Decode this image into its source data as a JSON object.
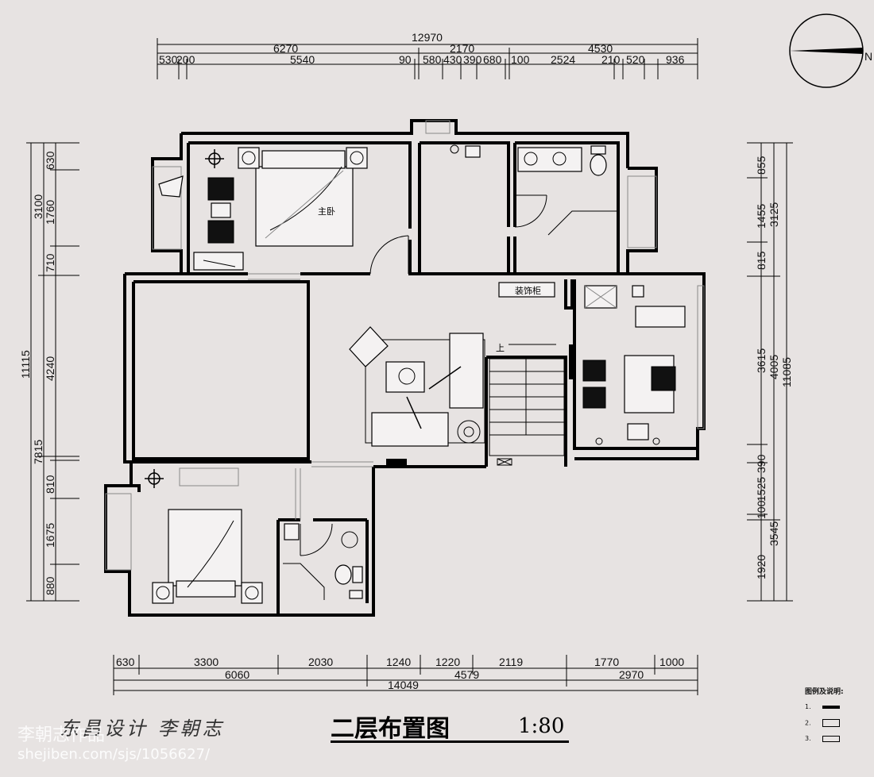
{
  "drawing": {
    "title": "二层布置图",
    "scale": "1:80",
    "designer": "东昌设计  李朝志",
    "north_label": "N",
    "watermark_line1": "李朝志作品",
    "watermark_line2": "shejiben.com/sjs/1056627/"
  },
  "rooms": {
    "master_bedroom": "主卧",
    "decor_cabinet": "装饰柜",
    "stairs_up": "上"
  },
  "legend": {
    "title": "图例及说明:",
    "items": [
      "1.",
      "2.",
      "3."
    ]
  },
  "dimensions": {
    "top_total": "12970",
    "top_mid": [
      "6270",
      "2170",
      "4530"
    ],
    "top_detail": [
      "530",
      "200",
      "5540",
      "90",
      "580",
      "430",
      "390",
      "680",
      "100",
      "2524",
      "210",
      "520",
      "936"
    ],
    "bottom_detail": [
      "630",
      "3300",
      "2030",
      "1240",
      "1220",
      "2119",
      "1770",
      "1000"
    ],
    "bottom_mid": [
      "6060",
      "4579",
      "2970"
    ],
    "bottom_total": "14049",
    "left_detail": [
      "630",
      "1760",
      "710",
      "4240",
      "810",
      "1675",
      "880"
    ],
    "left_mid": [
      "3100",
      "7815"
    ],
    "left_total": "11115",
    "right_detail": [
      "855",
      "1455",
      "815",
      "3615",
      "390",
      "1525",
      "100",
      "1920"
    ],
    "right_mid": [
      "3125",
      "4005",
      "3545"
    ],
    "right_total": "11085"
  },
  "colors": {
    "background": "#e7e3e2",
    "line": "#000000"
  }
}
